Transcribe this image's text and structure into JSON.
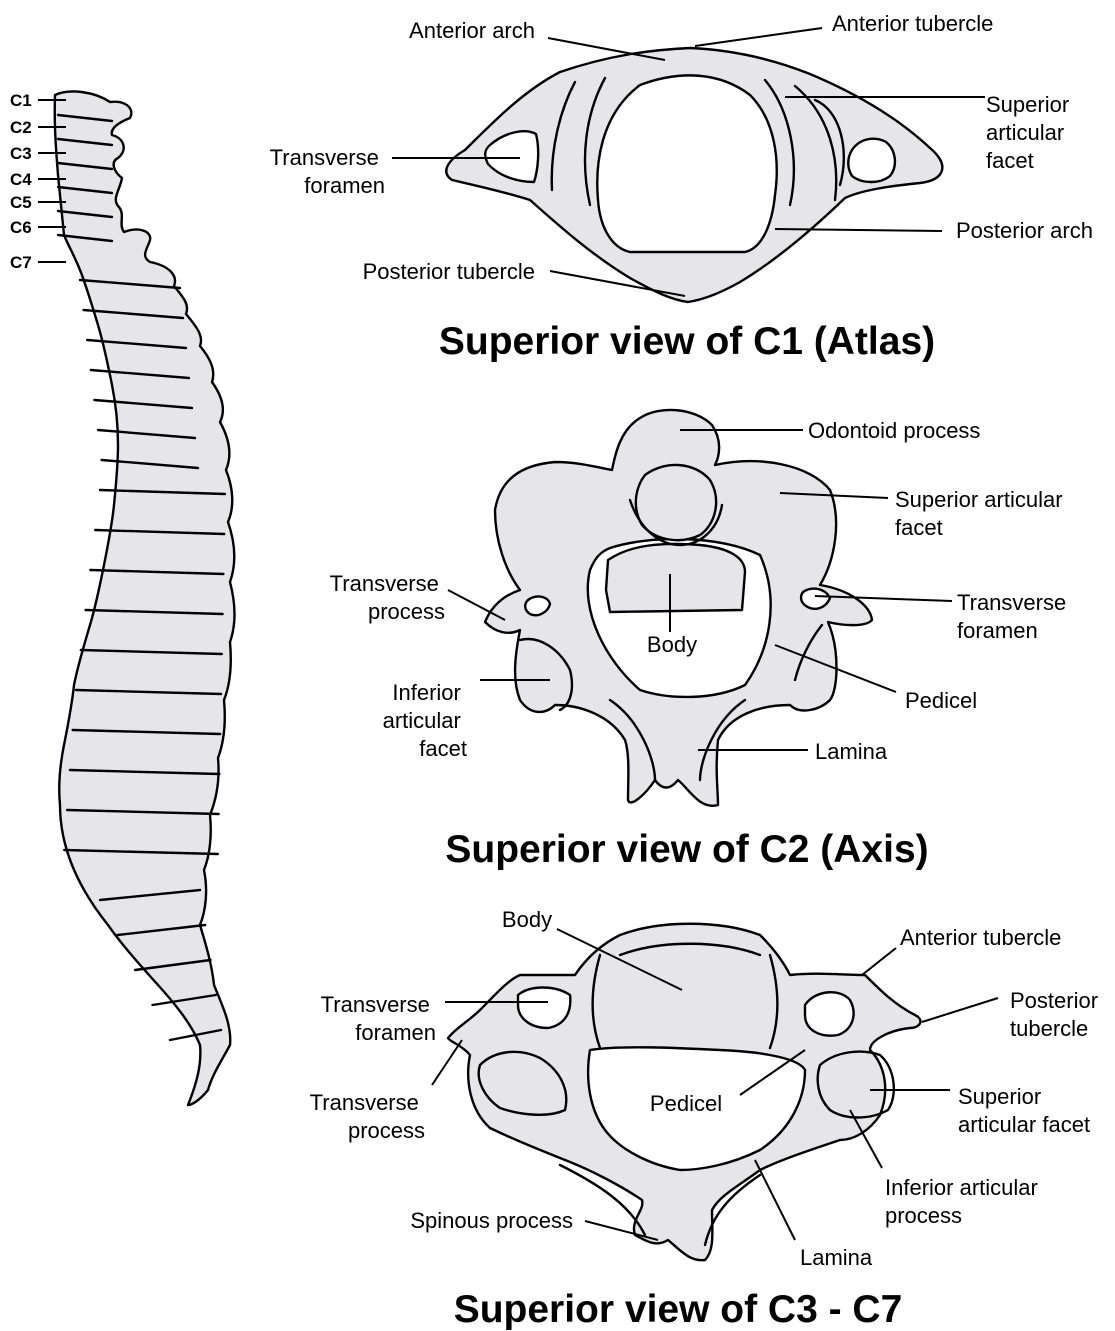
{
  "spine": {
    "vertebra_labels": [
      "C1",
      "C2",
      "C3",
      "C4",
      "C5",
      "C6",
      "C7"
    ]
  },
  "atlas": {
    "title": "Superior view of C1 (Atlas)",
    "labels": {
      "anterior_arch": "Anterior arch",
      "anterior_tubercle": "Anterior tubercle",
      "superior_articular_facet": [
        "Superior",
        "articular",
        "facet"
      ],
      "transverse_foramen": [
        "Transverse",
        "foramen"
      ],
      "posterior_arch": "Posterior arch",
      "posterior_tubercle": "Posterior tubercle"
    }
  },
  "axis": {
    "title": "Superior view of C2 (Axis)",
    "labels": {
      "odontoid_process": "Odontoid process",
      "superior_articular_facet": [
        "Superior articular",
        "facet"
      ],
      "transverse_process": [
        "Transverse",
        "process"
      ],
      "transverse_foramen": [
        "Transverse",
        "foramen"
      ],
      "body": "Body",
      "inferior_articular_facet": [
        "Inferior",
        "articular",
        "facet"
      ],
      "pedicel": "Pedicel",
      "lamina": "Lamina"
    }
  },
  "typical": {
    "title": "Superior view of C3 - C7",
    "labels": {
      "body": "Body",
      "anterior_tubercle": "Anterior tubercle",
      "transverse_foramen": [
        "Transverse",
        "foramen"
      ],
      "posterior_tubercle": [
        "Posterior",
        "tubercle"
      ],
      "transverse_process": [
        "Transverse",
        "process"
      ],
      "pedicel": "Pedicel",
      "superior_articular_facet": [
        "Superior",
        "articular facet"
      ],
      "inferior_articular_process": [
        "Inferior articular",
        "process"
      ],
      "spinous_process": "Spinous process",
      "lamina": "Lamina"
    }
  },
  "colors": {
    "bone_fill": "#e6e6ea",
    "outline": "#000000",
    "background": "#ffffff"
  }
}
